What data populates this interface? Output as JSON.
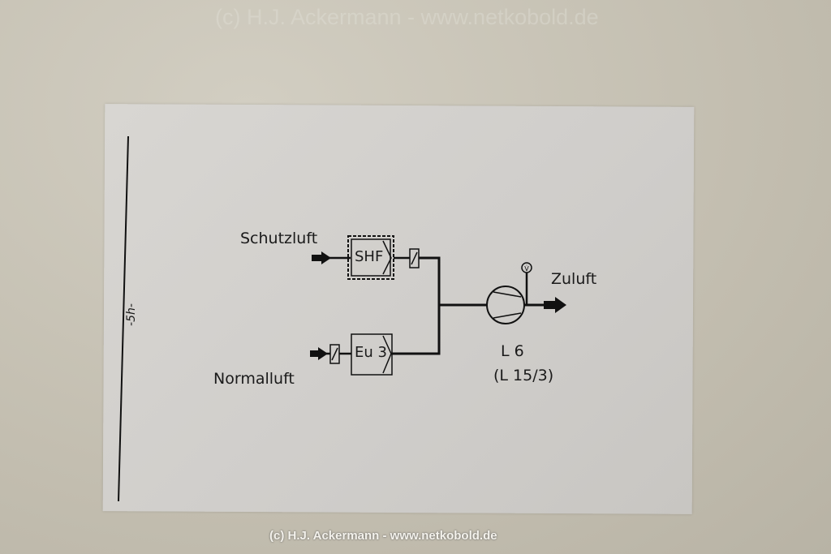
{
  "diagram": {
    "inputs": {
      "protective_air": "Schutzluft",
      "normal_air": "Normalluft"
    },
    "output": "Zuluft",
    "filter_top": "SHF",
    "filter_bottom": "Eu 3",
    "flow_symbol": "V̇",
    "unit_id": "L 6",
    "unit_ref": "(L 15/3)",
    "margin_mark": "-5h-"
  },
  "watermark": {
    "top": "(c) H.J. Ackermann - www.netkobold.de",
    "bottom": "(c) H.J. Ackermann - www.netkobold.de"
  }
}
